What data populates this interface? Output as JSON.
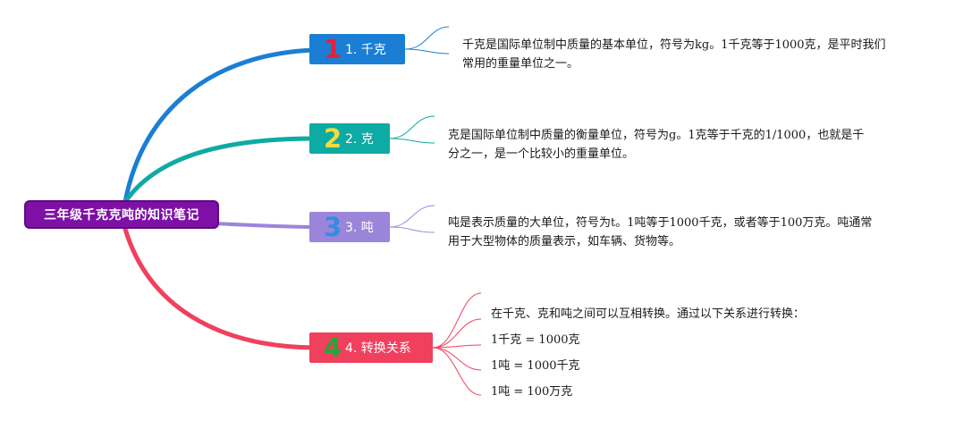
{
  "root": {
    "title": "三年级千克克吨的知识笔记"
  },
  "branches": [
    {
      "number": "1",
      "label": "1. 千克",
      "color": "#1a7fd4",
      "number_color": "#e5213a",
      "lines": [
        "千克是国际单位制中质量的基本单位，符号为kg。1千克等于1000克，是平时我们",
        "常用的重量单位之一。"
      ]
    },
    {
      "number": "2",
      "label": "2. 克",
      "color": "#0eaaa4",
      "number_color": "#f2dc3c",
      "lines": [
        "克是国际单位制中质量的衡量单位，符号为g。1克等于千克的1/1000，也就是千",
        "分之一，是一个比较小的重量单位。"
      ]
    },
    {
      "number": "3",
      "label": "3. 吨",
      "color": "#9b85da",
      "number_color": "#2f8fe0",
      "lines": [
        "吨是表示质量的大单位，符号为t。1吨等于1000千克，或者等于100万克。吨通常",
        "用于大型物体的质量表示，如车辆、货物等。"
      ]
    },
    {
      "number": "4",
      "label": "4. 转换关系",
      "color": "#f0405e",
      "number_color": "#29a33a",
      "items": [
        "在千克、克和吨之间可以互相转换。通过以下关系进行转换：",
        "1千克 = 1000克",
        "1吨 = 1000千克",
        "1吨 = 100万克"
      ]
    }
  ]
}
